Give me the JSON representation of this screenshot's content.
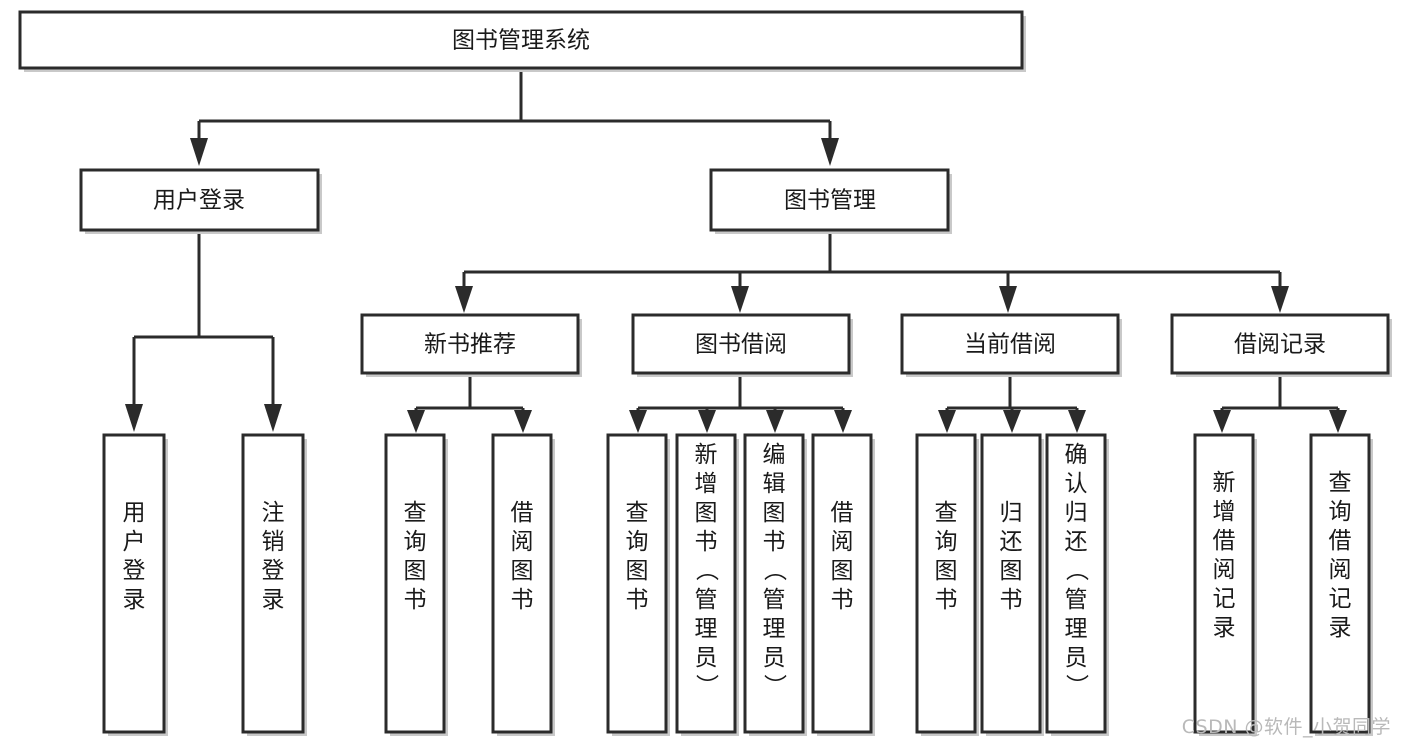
{
  "diagram": {
    "type": "tree-hierarchy",
    "title": "图书管理系统",
    "watermark": "CSDN @软件_小贺同学",
    "nodes": {
      "root": {
        "label": "图书管理系统"
      },
      "level2": [
        {
          "id": "user-login",
          "label": "用户登录"
        },
        {
          "id": "book-management",
          "label": "图书管理"
        }
      ],
      "level3": [
        {
          "id": "new-book-recommend",
          "label": "新书推荐"
        },
        {
          "id": "book-borrow",
          "label": "图书借阅"
        },
        {
          "id": "current-borrow",
          "label": "当前借阅"
        },
        {
          "id": "borrow-record",
          "label": "借阅记录"
        }
      ],
      "leaves": {
        "user-login": [
          {
            "id": "leaf-user-login",
            "label": "用户登录"
          },
          {
            "id": "leaf-logout-login",
            "label": "注销登录"
          }
        ],
        "new-book-recommend": [
          {
            "id": "leaf-query-book-1",
            "label": "查询图书"
          },
          {
            "id": "leaf-borrow-book-1",
            "label": "借阅图书"
          }
        ],
        "book-borrow": [
          {
            "id": "leaf-query-book-2",
            "label": "查询图书"
          },
          {
            "id": "leaf-add-book-admin",
            "label": "新增图书（管理员）"
          },
          {
            "id": "leaf-edit-book-admin",
            "label": "编辑图书（管理员）"
          },
          {
            "id": "leaf-borrow-book-2",
            "label": "借阅图书"
          }
        ],
        "current-borrow": [
          {
            "id": "leaf-query-book-3",
            "label": "查询图书"
          },
          {
            "id": "leaf-return-book",
            "label": "归还图书"
          },
          {
            "id": "leaf-confirm-return-admin",
            "label": "确认归还（管理员）"
          }
        ],
        "borrow-record": [
          {
            "id": "leaf-add-borrow-record",
            "label": "新增借阅记录"
          },
          {
            "id": "leaf-query-borrow-record",
            "label": "查询借阅记录"
          }
        ]
      }
    },
    "colors": {
      "stroke": "#2b2b2b",
      "fill": "#ffffff",
      "text": "#1a1a1a",
      "watermark": "#b9b9b9"
    }
  }
}
